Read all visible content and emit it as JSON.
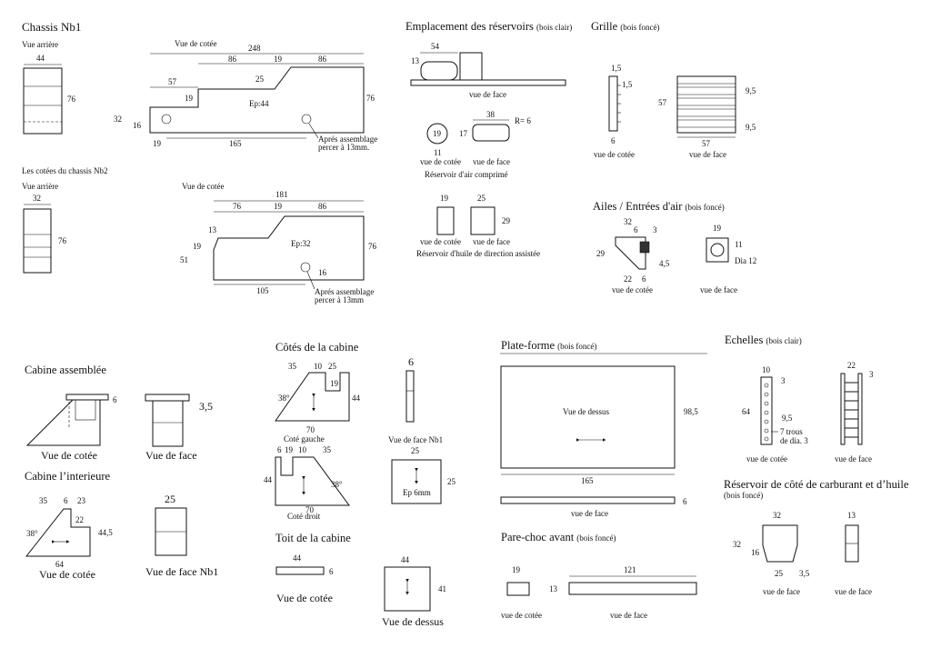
{
  "chassis1": {
    "title": "Chassis Nb1",
    "rear_label": "Vue arrière",
    "side_label": "Vue de cotée",
    "rear_w": "44",
    "rear_h": "76",
    "d248": "248",
    "d86a": "86",
    "d19": "19",
    "d86b": "86",
    "d57": "57",
    "d19b": "19",
    "d25": "25",
    "d76": "76",
    "d32": "32",
    "d16": "16",
    "d19c": "19",
    "d165": "165",
    "ep": "Ep:44",
    "note1": "Aprés assemblage",
    "note2": "percer à 13mm."
  },
  "chassis2": {
    "title": "Les cotées du chassis Nb2",
    "rear_label": "Vue arrière",
    "side_label": "Vue de cotée",
    "rear_w": "32",
    "rear_h": "76",
    "d181": "181",
    "d76a": "76",
    "d19": "19",
    "d86": "86",
    "d13": "13",
    "d19b": "19",
    "d51": "51",
    "d76": "76",
    "d105": "105",
    "d16": "16",
    "ep": "Ep:32",
    "note1": "Aprés assemblage",
    "note2": "percer à 13mm"
  },
  "reservoirs": {
    "title": "Emplacement des réservoirs",
    "title_sub": "(bois clair)",
    "d54": "54",
    "d13": "13",
    "face_label": "vue de face",
    "d19": "19",
    "d11": "11",
    "d38": "38",
    "d17": "17",
    "r6": "R= 6",
    "side_label": "vue de cotée",
    "face_label2": "vue de face",
    "air_caption": "Réservoir d'air comprimé",
    "d19b": "19",
    "d25": "25",
    "d29": "29",
    "side_label2": "vue de cotée",
    "face_label3": "vue de face",
    "oil_caption": "Réservoir d'huile de direction assistée"
  },
  "grille": {
    "title": "Grille",
    "title_sub": "(bois foncé)",
    "d15a": "1,5",
    "d15b": "1,5",
    "d6": "6",
    "side_label": "vue de cotée",
    "d57": "57",
    "d95a": "9,5",
    "d95b": "9,5",
    "d57b": "57",
    "face_label": "vue de face"
  },
  "ailes": {
    "title": "Ailes / Entrées d'air",
    "title_sub": "(bois foncé)",
    "d32": "32",
    "d6": "6",
    "d3": "3",
    "d29": "29",
    "d22": "22",
    "d6b": "6",
    "d45": "4,5",
    "side_label": "vue de cotée",
    "d19": "19",
    "d11": "11",
    "dia": "Dia 12",
    "face_label": "vue de face"
  },
  "cabine": {
    "title": "Cabine assemblée",
    "d6": "6",
    "d35": "3,5",
    "side_label": "Vue de cotée",
    "face_label": "Vue de face"
  },
  "cabine_int": {
    "title": "Cabine l’interieure",
    "d35": "35",
    "d6": "6",
    "d23": "23",
    "d22": "22",
    "d445": "44,5",
    "angle": "38°",
    "d64": "64",
    "side_label": "Vue de cotée",
    "d25": "25",
    "face_label": "Vue de face Nb1"
  },
  "cotes": {
    "title": "Côtés de la cabine",
    "d35": "35",
    "d10": "10",
    "d25": "25",
    "d19": "19",
    "d44": "44",
    "angle": "38°",
    "d70": "70",
    "left_label": "Coté gauche",
    "d6": "6",
    "d19b": "19",
    "d10b": "10",
    "d35b": "35",
    "d44b": "44",
    "angle2": "38°",
    "d70b": "70",
    "right_label": "Coté droit",
    "d6c": "6",
    "face_label": "Vue de face Nb1",
    "d25a": "25",
    "d25b": "25",
    "ep": "Ep 6mm"
  },
  "toit": {
    "title": "Toit de la cabine",
    "d44": "44",
    "d6": "6",
    "side_label": "Vue de cotée",
    "d44b": "44",
    "d41": "41",
    "top_label": "Vue de dessus"
  },
  "plateforme": {
    "title": "Plate-forme",
    "title_sub": "(bois foncé)",
    "top_label": "Vue de dessus",
    "d985": "98,5",
    "d165": "165",
    "d6": "6",
    "face_label": "vue de face"
  },
  "parechoc": {
    "title": "Pare-choc avant",
    "title_sub": "(bois foncé)",
    "d19": "19",
    "d13": "13",
    "d121": "121",
    "side_label": "vue de cotée",
    "face_label": "vue de face"
  },
  "echelles": {
    "title": "Echelles",
    "title_sub": "(bois clair)",
    "d10": "10",
    "d3": "3",
    "d64": "64",
    "d95": "9,5",
    "holes1": "7 trous",
    "holes2": "de dia. 3",
    "side_label": "vue de cotée",
    "d22": "22",
    "d3b": "3",
    "face_label": "vue de face"
  },
  "reservoir_cote": {
    "title": "Réservoir de côté de carburant et d’huile",
    "title_sub": "(bois foncé)",
    "d32": "32",
    "d32b": "32",
    "d16": "16",
    "d25": "25",
    "d35": "3,5",
    "face_label": "vue de face",
    "d13": "13",
    "face_label2": "vue de face"
  }
}
